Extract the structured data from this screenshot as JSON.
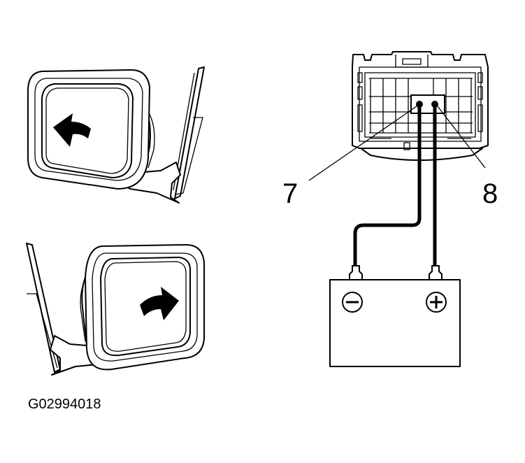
{
  "callouts": {
    "pin_left": "7",
    "pin_right": "8"
  },
  "battery": {
    "negative_terminal": "negative-icon",
    "positive_terminal": "positive-icon"
  },
  "mirror_top": {
    "arrow_direction": "left"
  },
  "mirror_bottom": {
    "arrow_direction": "right"
  },
  "figure_code": "G02994018",
  "colors": {
    "ink": "#000000",
    "paper": "#ffffff"
  }
}
